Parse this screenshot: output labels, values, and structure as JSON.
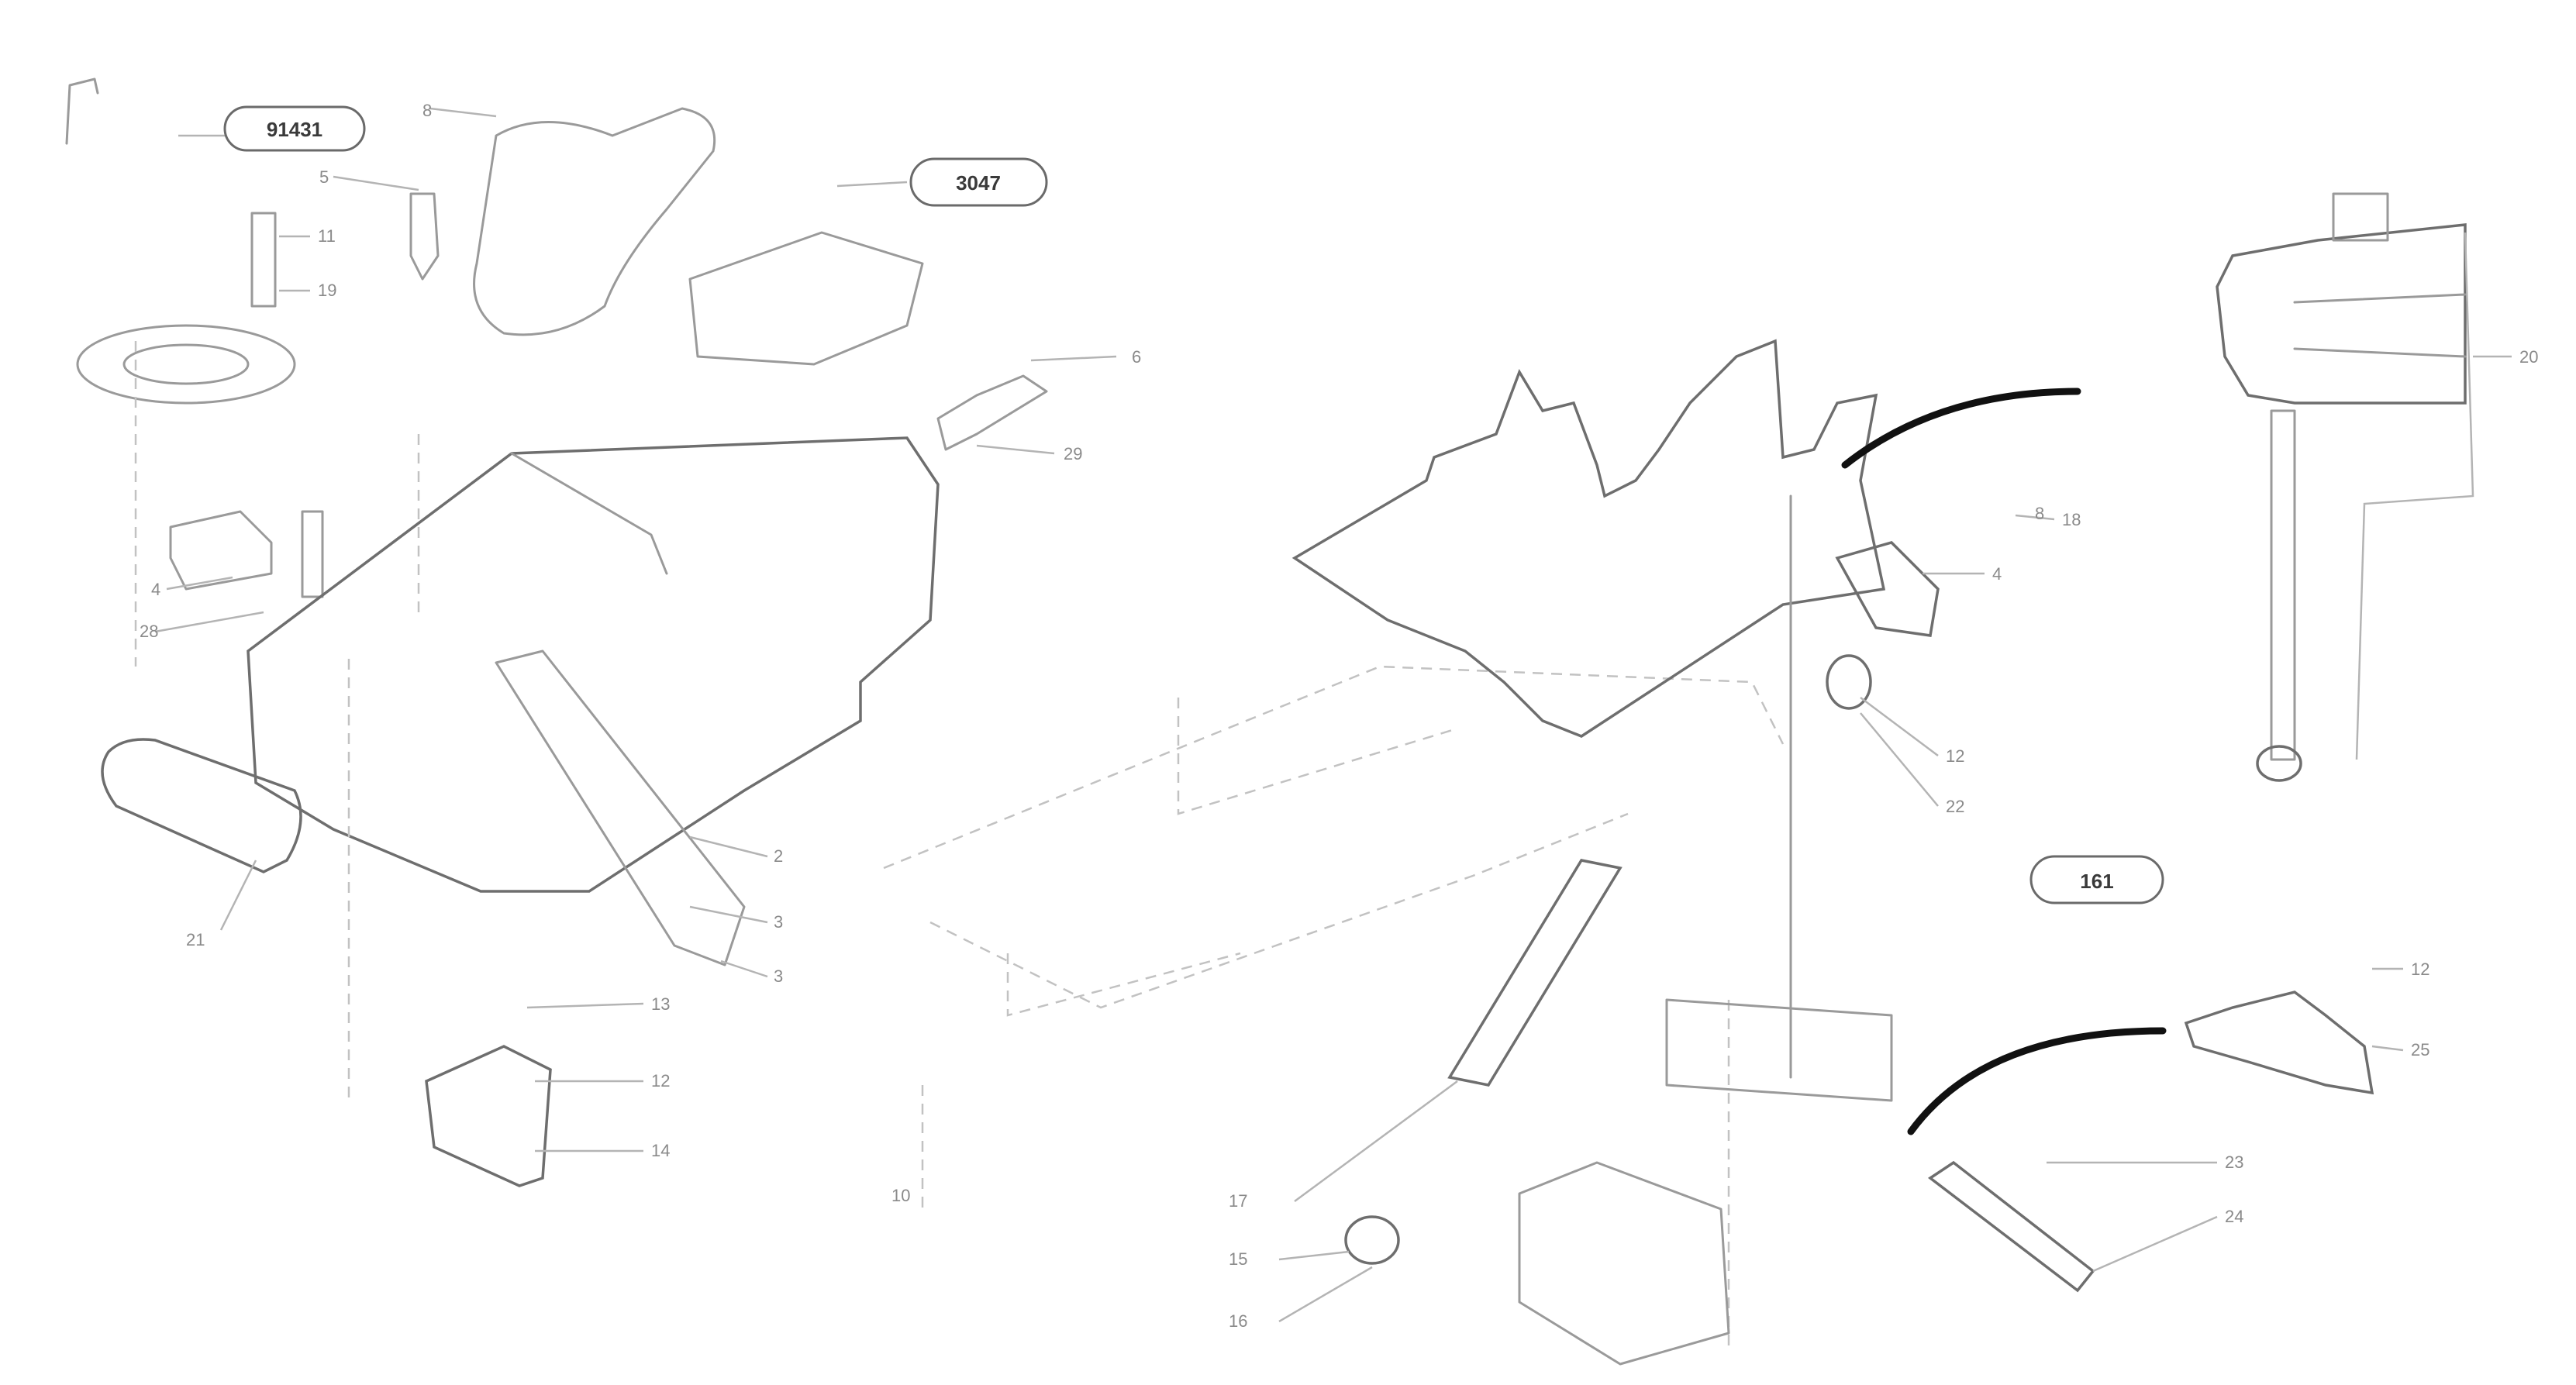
{
  "diagram": {
    "callouts": [
      {
        "id": "c1",
        "label": "91431"
      },
      {
        "id": "c2",
        "label": "3047"
      },
      {
        "id": "c3",
        "label": "161"
      }
    ],
    "refs": [
      {
        "id": "r1",
        "label": "8"
      },
      {
        "id": "r2",
        "label": "5"
      },
      {
        "id": "r3",
        "label": "11"
      },
      {
        "id": "r4",
        "label": "19"
      },
      {
        "id": "r5",
        "label": "6"
      },
      {
        "id": "r6",
        "label": "29"
      },
      {
        "id": "r7",
        "label": "4"
      },
      {
        "id": "r8",
        "label": "28"
      },
      {
        "id": "r9",
        "label": "21"
      },
      {
        "id": "r10",
        "label": "2"
      },
      {
        "id": "r11",
        "label": "3"
      },
      {
        "id": "r12",
        "label": "3"
      },
      {
        "id": "r13",
        "label": "13"
      },
      {
        "id": "r14",
        "label": "12"
      },
      {
        "id": "r15",
        "label": "14"
      },
      {
        "id": "r16",
        "label": "20"
      },
      {
        "id": "r17",
        "label": "18"
      },
      {
        "id": "r18",
        "label": "4"
      },
      {
        "id": "r19",
        "label": "12"
      },
      {
        "id": "r20",
        "label": "22"
      },
      {
        "id": "r21",
        "label": "12"
      },
      {
        "id": "r22",
        "label": "25"
      },
      {
        "id": "r23",
        "label": "17"
      },
      {
        "id": "r24",
        "label": "15"
      },
      {
        "id": "r25",
        "label": "16"
      },
      {
        "id": "r26",
        "label": "23"
      },
      {
        "id": "r27",
        "label": "24"
      },
      {
        "id": "r28",
        "label": "8"
      },
      {
        "id": "r29",
        "label": "10"
      }
    ]
  },
  "colors": {
    "line": "#9a9a9a",
    "hose": "#111111",
    "background": "#ffffff"
  }
}
